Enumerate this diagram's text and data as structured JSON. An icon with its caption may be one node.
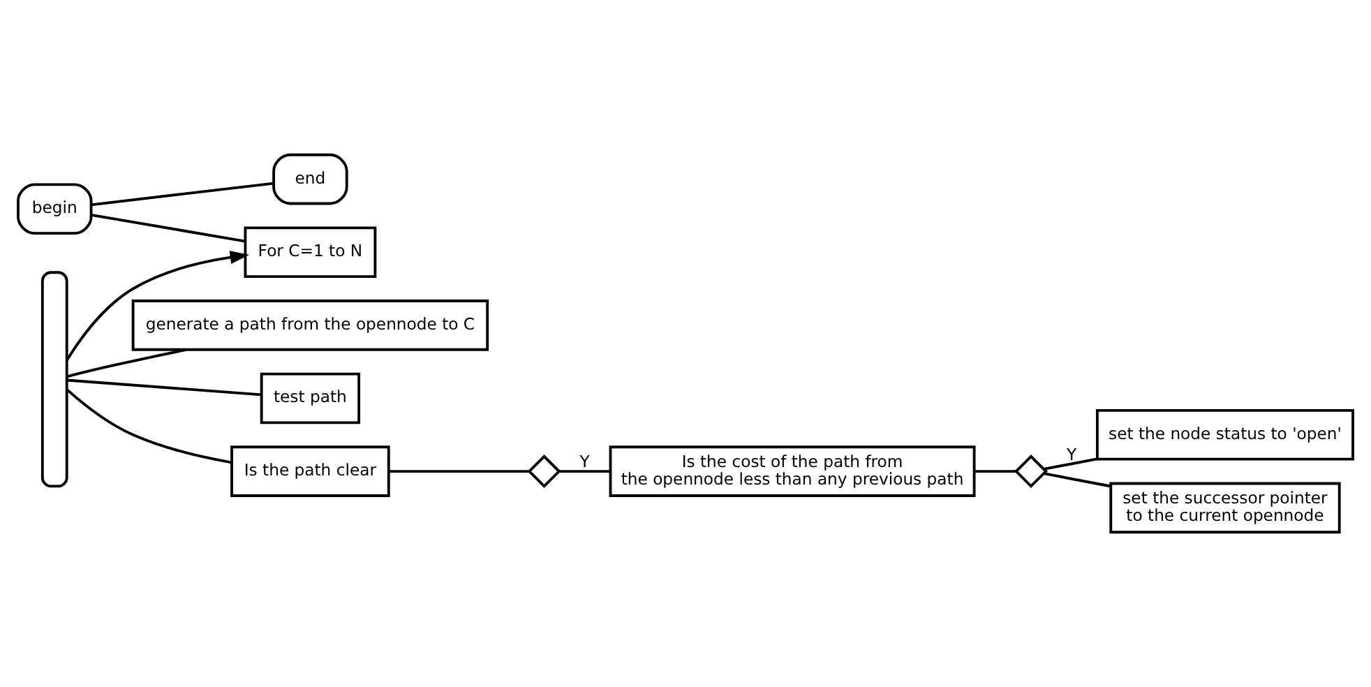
{
  "diagram": {
    "nodes": [
      {
        "text": [
          "begin"
        ]
      },
      {
        "text": [
          "end"
        ]
      },
      {
        "text": [
          "For C=1 to N"
        ]
      },
      {
        "text": [],
        "shape": "bar"
      },
      {
        "text": [
          "generate a path from the opennode to C"
        ]
      },
      {
        "text": [
          "test path"
        ]
      },
      {
        "text": [
          "Is the path clear"
        ]
      },
      {
        "text": [],
        "shape": "diamond"
      },
      {
        "text": [
          "Is the cost of the path from the opennode less than any previous path"
        ]
      },
      {
        "text": [],
        "shape": "diamond"
      },
      {
        "text": [
          "set the node status to 'open'"
        ]
      },
      {
        "text": [
          "set the successor pointer to the current opennode"
        ]
      }
    ],
    "edges": [
      {
        "from": 0,
        "to": 1,
        "arrow": "none"
      },
      {
        "from": 0,
        "to": 2,
        "arrow": "none"
      },
      {
        "from": 3,
        "to": 2,
        "arrow": "to"
      },
      {
        "from": 3,
        "to": 4,
        "arrow": "none"
      },
      {
        "from": 3,
        "to": 5,
        "arrow": "none"
      },
      {
        "from": 3,
        "to": 6,
        "arrow": "none"
      },
      {
        "from": 6,
        "to": 7,
        "arrow": "none"
      },
      {
        "from": 7,
        "to": 8,
        "arrow": "none",
        "label": "Y"
      },
      {
        "from": 8,
        "to": 9,
        "arrow": "none"
      },
      {
        "from": 9,
        "to": 10,
        "arrow": "none",
        "label": "Y"
      },
      {
        "from": 9,
        "to": 11,
        "arrow": "none"
      }
    ]
  }
}
